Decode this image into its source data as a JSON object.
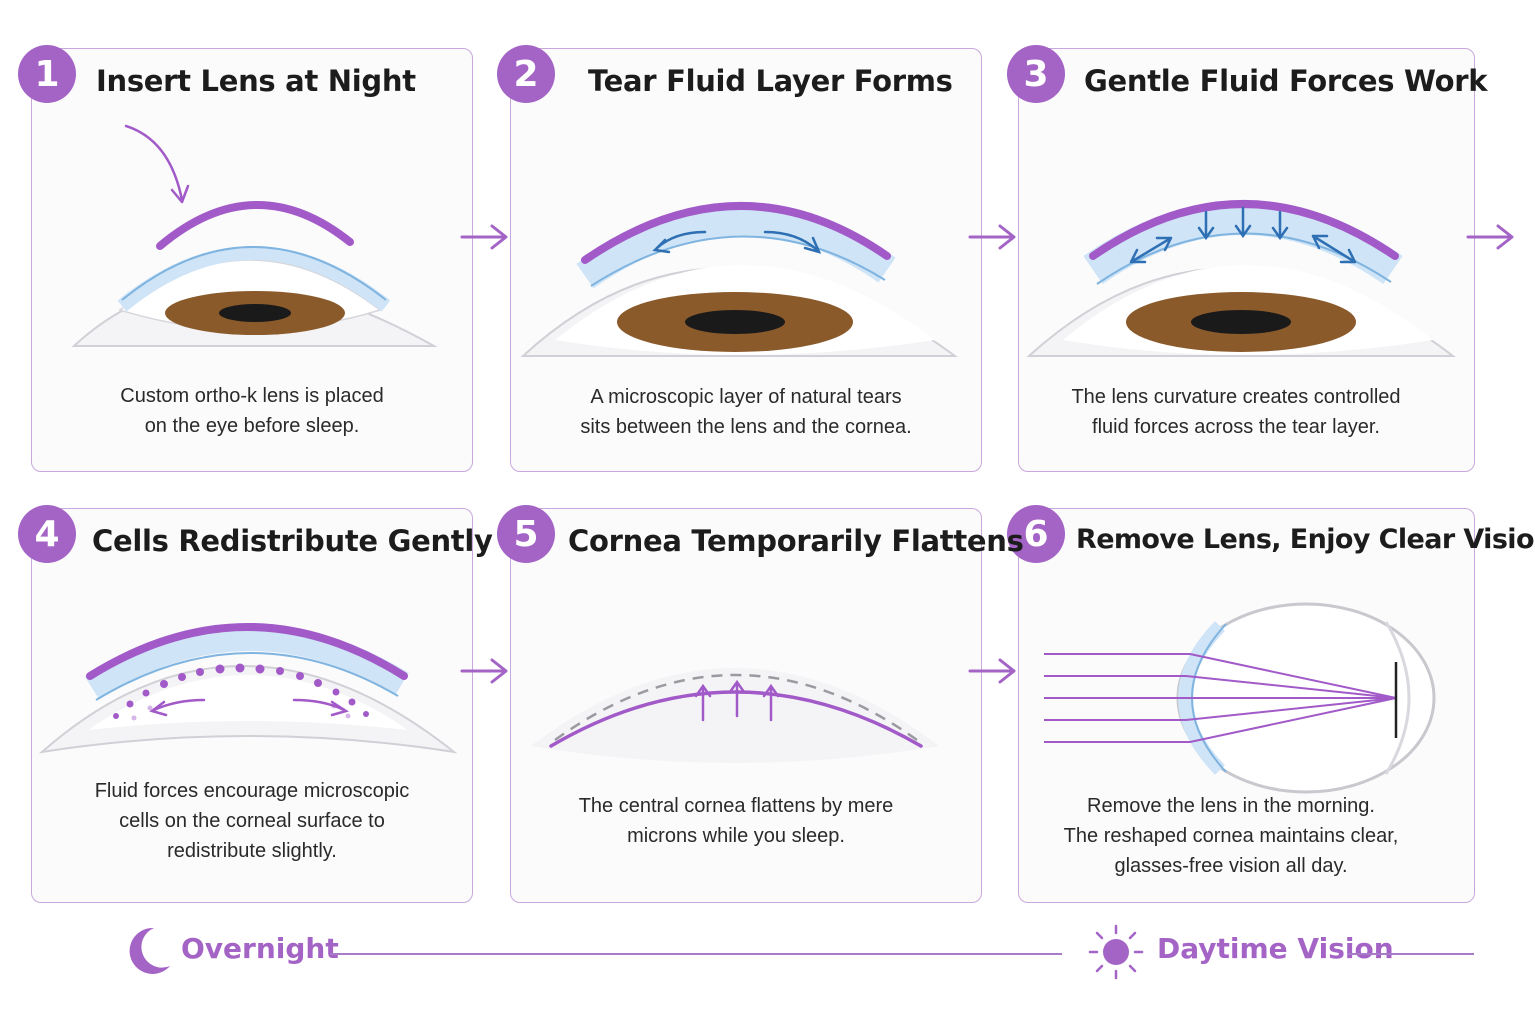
{
  "colors": {
    "accent": "#a464c6",
    "lens": "#a15ac8",
    "cornea": "#7fb4e0",
    "iris": "#8b5a2b",
    "arrow_blue": "#2f6fb3"
  },
  "steps": [
    {
      "number": "1",
      "title": "Insert Lens at Night",
      "desc": [
        "Custom ortho-k lens is placed",
        "on the eye before sleep."
      ]
    },
    {
      "number": "2",
      "title": "Tear Fluid Layer Forms",
      "desc": [
        "A microscopic layer of natural tears",
        "sits between the lens and the cornea."
      ]
    },
    {
      "number": "3",
      "title": "Gentle Fluid Forces Work",
      "desc": [
        "The lens curvature creates controlled",
        "fluid forces across the tear layer."
      ]
    },
    {
      "number": "4",
      "title": "Cells Redistribute Gently",
      "desc": [
        "Fluid forces encourage microscopic",
        "cells on the corneal surface to",
        "redistribute slightly."
      ]
    },
    {
      "number": "5",
      "title": "Cornea Temporarily Flattens",
      "desc": [
        "The central cornea flattens by mere",
        "microns while you sleep."
      ]
    },
    {
      "number": "6",
      "title": "Remove Lens, Enjoy Clear Vision",
      "desc": [
        "Remove the lens in the morning.",
        "The reshaped cornea maintains clear,",
        "glasses-free vision all day."
      ]
    }
  ],
  "footer": {
    "overnight": "Overnight",
    "daytime": "Daytime Vision",
    "moon_icon": "moon-icon",
    "sun_icon": "sun-icon"
  }
}
